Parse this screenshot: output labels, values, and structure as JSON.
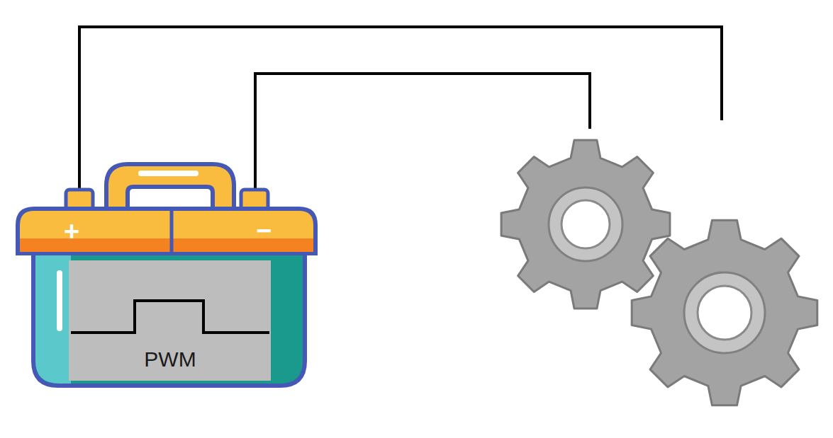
{
  "diagram": {
    "labels": [
      "+",
      "−",
      "PWM"
    ]
  }
}
